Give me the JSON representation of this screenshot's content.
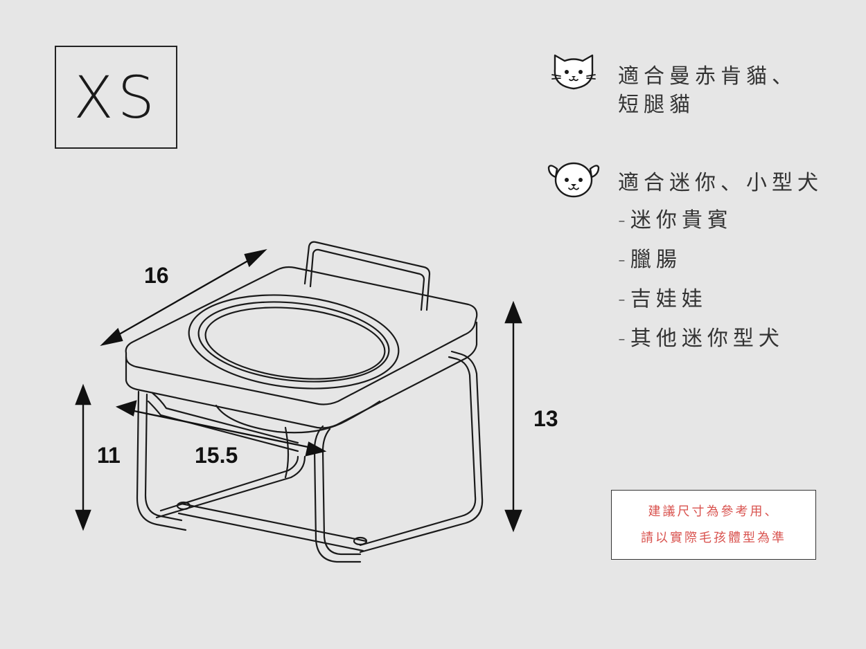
{
  "size_label": "XS",
  "dimensions": {
    "top_length": "16",
    "stand_depth": "15.5",
    "stand_height": "11",
    "total_height": "13"
  },
  "cat_section": {
    "icon": "cat-face-icon",
    "line1": "適合曼赤肯貓、",
    "line2": "短腿貓"
  },
  "dog_section": {
    "icon": "dog-face-icon",
    "heading": "適合迷你、小型犬",
    "breeds": [
      "-迷你貴賓",
      "-臘腸",
      "-吉娃娃",
      "-其他迷你型犬"
    ]
  },
  "note": {
    "line1": "建議尺寸為參考用、",
    "line2": "請以實際毛孩體型為準",
    "color": "#d9534f"
  }
}
